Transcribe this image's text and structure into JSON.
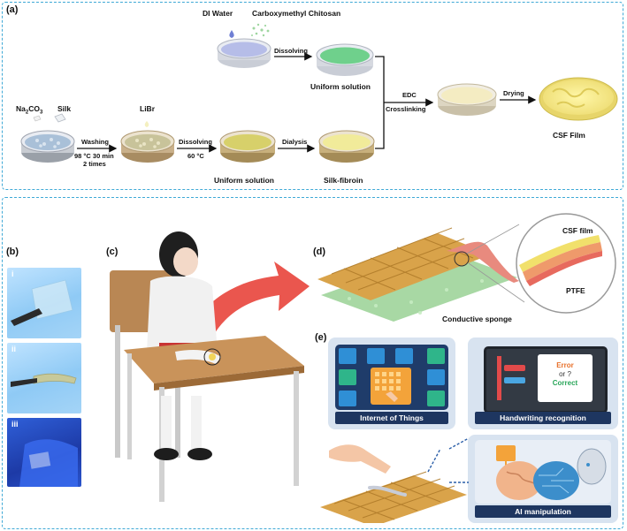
{
  "panel_a": {
    "label": "(a)",
    "di_water": "DI Water",
    "cmc": "Carboxymethyl Chitosan",
    "dissolving_top": "Dissolving",
    "uniform_top": "Uniform solution",
    "na2co3_main": "Na",
    "na2co3_sub": "2",
    "na2co3_end": "CO",
    "na2co3_sub2": "3",
    "silk": "Silk",
    "washing": "Washing",
    "washing_cond1": "98 °C 30 min",
    "washing_cond2": "2 times",
    "libr": "LiBr",
    "dissolving_bottom": "Dissolving",
    "dissolving_temp": "60 °C",
    "uniform_bottom": "Uniform solution",
    "dialysis": "Dialysis",
    "silk_fibroin": "Silk-fibroin",
    "edc": "EDC",
    "crosslinking": "Crosslinking",
    "drying": "Drying",
    "csf_film": "CSF Film"
  },
  "panel_b": {
    "label": "(b)",
    "i": "i",
    "ii": "ii",
    "iii": "iii"
  },
  "panel_c": {
    "label": "(c)"
  },
  "panel_d": {
    "label": "(d)",
    "csf_film": "CSF film",
    "ptfe": "PTFE",
    "sponge": "Conductive sponge"
  },
  "panel_e": {
    "label": "(e)",
    "iot": "Internet of Things",
    "handwriting": "Handwriting recognition",
    "ai": "AI manipulation",
    "error": "Error",
    "or": "or",
    "correct": "Correct",
    "q": "?"
  },
  "colors": {
    "panel_border": "#3fa9d6",
    "card_bg": "#d8e3f0",
    "card_bar": "#1e3660",
    "arrow_red": "#e8483f",
    "woven_tan": "#d9a34a",
    "sponge_green": "#a8d8a4"
  }
}
